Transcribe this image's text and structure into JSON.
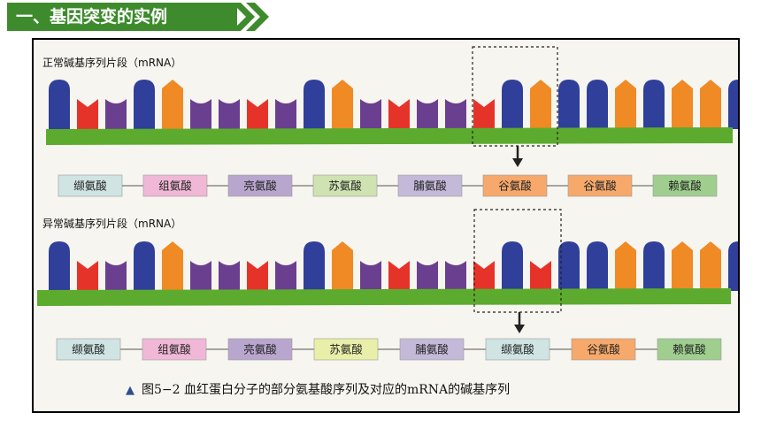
{
  "header": {
    "title": "一、基因突变的实例"
  },
  "figure": {
    "caption_prefix": "▲",
    "caption": "图5−2    血红蛋白分子的部分氨基酸序列及对应的mRNA的碱基序列",
    "normal": {
      "label": "正常碱基序列片段（mRNA）",
      "bases": [
        "blue",
        "red",
        "purple",
        "blue",
        "orange",
        "purple",
        "purple",
        "red",
        "purple",
        "blue",
        "orange",
        "purple",
        "red",
        "purple",
        "purple",
        "red",
        "blue",
        "orange",
        "blue",
        "blue",
        "orange",
        "blue",
        "orange",
        "orange",
        "blue"
      ],
      "amino_acids": [
        "缬氨酸",
        "组氨酸",
        "亮氨酸",
        "苏氨酸",
        "脯氨酸",
        "谷氨酸",
        "谷氨酸",
        "赖氨酸"
      ]
    },
    "abnormal": {
      "label": "异常碱基序列片段（mRNA）",
      "bases": [
        "blue",
        "red",
        "purple",
        "blue",
        "orange",
        "purple",
        "purple",
        "red",
        "purple",
        "blue",
        "orange",
        "purple",
        "red",
        "purple",
        "purple",
        "red",
        "blue",
        "red",
        "blue",
        "blue",
        "orange",
        "blue",
        "orange",
        "orange",
        "blue"
      ],
      "amino_acids": [
        "缬氨酸",
        "组氨酸",
        "亮氨酸",
        "苏氨酸",
        "脯氨酸",
        "缬氨酸",
        "谷氨酸",
        "赖氨酸"
      ]
    },
    "colors": {
      "header_green": "#3d8b2c",
      "backbone": "#5cab2e",
      "base_blue": "#2f3f9a",
      "base_red": "#e6332a",
      "base_purple": "#6b3f8f",
      "base_orange": "#f08a24",
      "aa_palette": [
        "#cfe4e3",
        "#f0b8d6",
        "#b9a6cf",
        "#cfe3b2",
        "#c4b9d8",
        "#f6a96b",
        "#f6a96b",
        "#9fce8e"
      ],
      "aa_palette_abnormal": [
        "#cfe4e3",
        "#f0b8d6",
        "#b9a6cf",
        "#e9efa8",
        "#c4b9d8",
        "#cfe4e3",
        "#f6a96b",
        "#9fce8e"
      ]
    }
  }
}
